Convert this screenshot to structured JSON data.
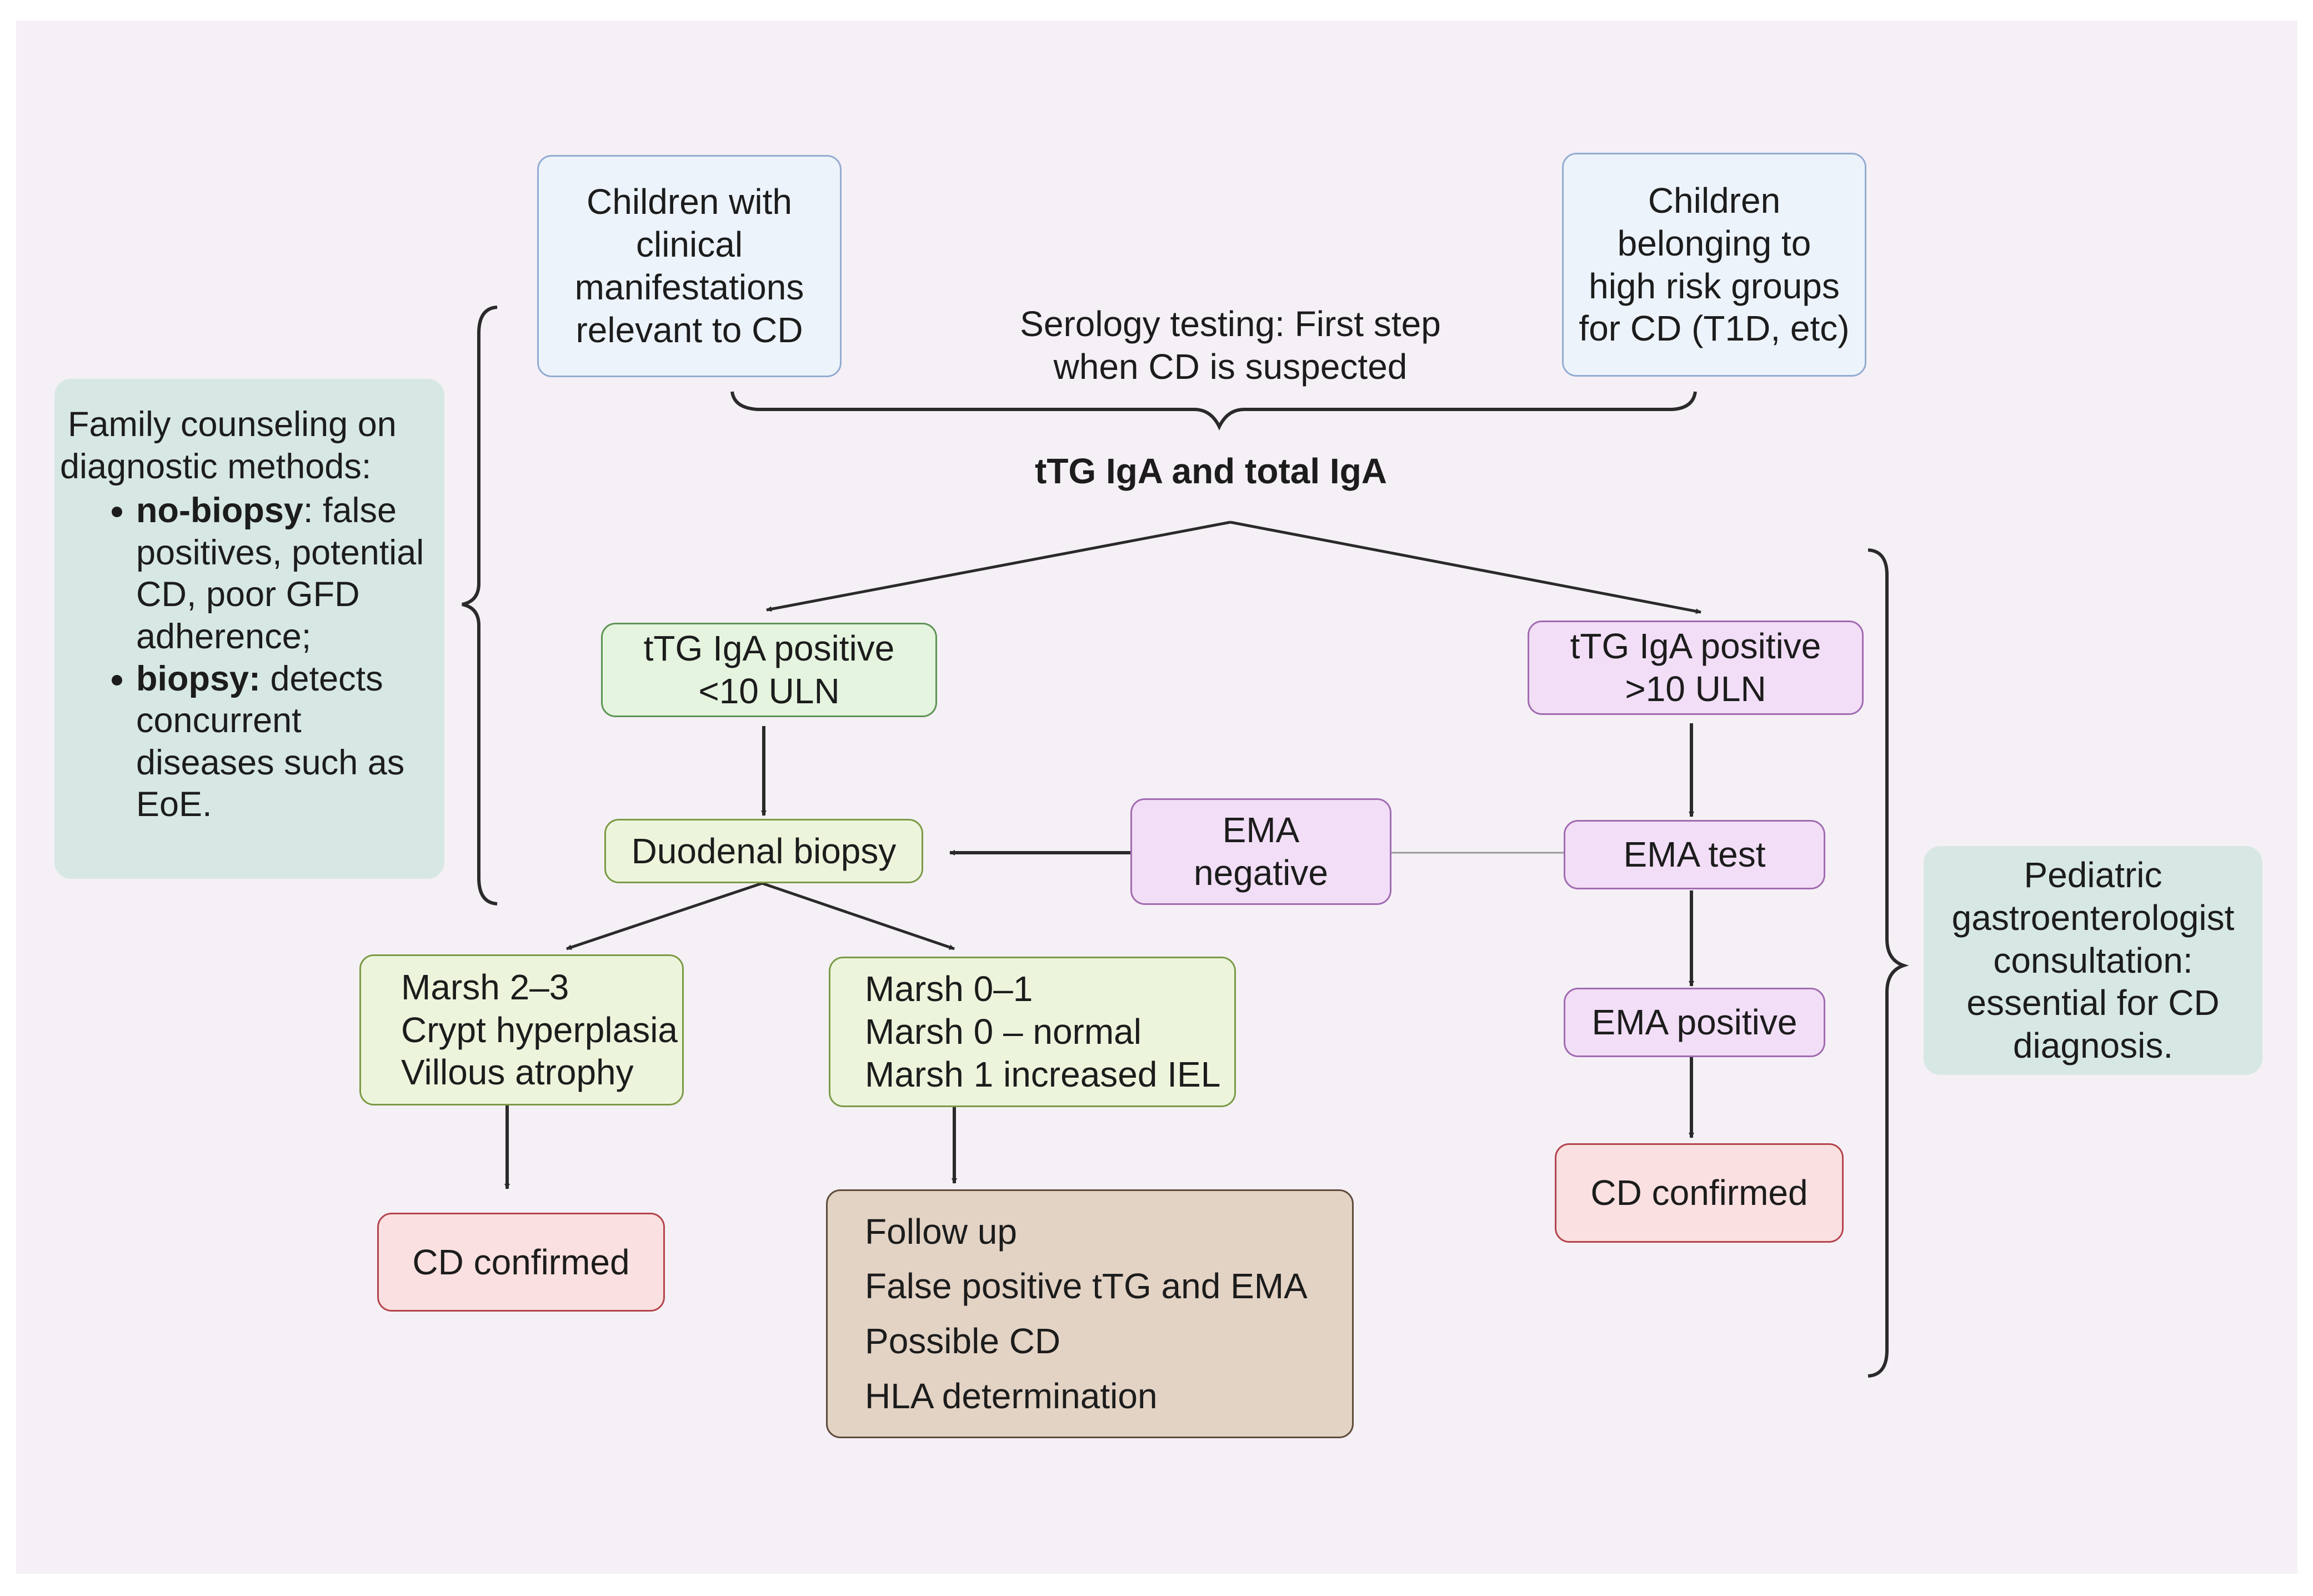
{
  "nodes": {
    "children_clinical": [
      "Children with",
      "clinical",
      "manifestations",
      "relevant to CD"
    ],
    "children_risk": [
      "Children",
      "belonging to",
      "high risk groups",
      "for CD (T1D, etc)"
    ],
    "serology_note": [
      "Serology testing: First step",
      "when CD is suspected"
    ],
    "ttg_total": "tTG IgA and total IgA",
    "ttg_low": [
      "tTG IgA positive",
      "<10 ULN"
    ],
    "ttg_high": [
      "tTG IgA positive",
      ">10 ULN"
    ],
    "duodenal_biopsy": "Duodenal biopsy",
    "ema_negative": [
      "EMA",
      "negative"
    ],
    "ema_test": "EMA test",
    "ema_positive": "EMA positive",
    "marsh_23": [
      "Marsh 2–3",
      "Crypt hyperplasia",
      "Villous atrophy"
    ],
    "marsh_01": [
      "Marsh 0–1",
      "Marsh 0 – normal",
      "Marsh 1 increased IEL"
    ],
    "cd_confirmed_left": "CD confirmed",
    "cd_confirmed_right": "CD confirmed",
    "follow_up": [
      "Follow up",
      "False positive tTG and EMA",
      "Possible CD",
      "HLA determination"
    ],
    "family_counseling": {
      "intro": [
        "Family counseling on",
        "diagnostic methods:"
      ],
      "items": [
        {
          "bold": "no-biopsy",
          "text": ": false positives, potential CD, poor GFD adherence;"
        },
        {
          "bold": "biopsy:",
          "text": " detects concurrent diseases such as EoE."
        }
      ]
    },
    "pediatric_consult": [
      "Pediatric",
      "gastroenterologist",
      "consultation:",
      "essential for CD",
      "diagnosis."
    ]
  },
  "colors": {
    "background": "#f5f0f6",
    "blue_fill": "#edf3fb",
    "green_fill": "#e4f4df",
    "light_green_fill": "#ecf5dc",
    "purple_fill": "#f2def6",
    "red_fill": "#fae0e0",
    "tan_fill": "#e3d3c5",
    "teal_fill": "#d7e7e4"
  }
}
